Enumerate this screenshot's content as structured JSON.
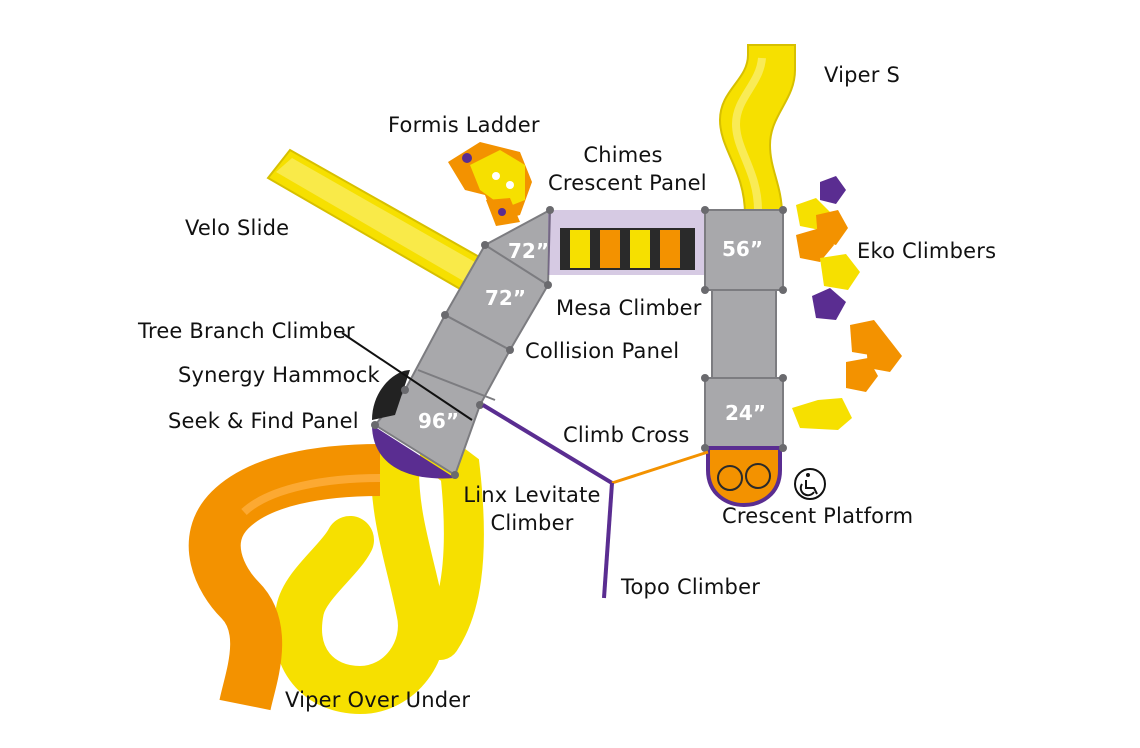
{
  "labels": {
    "viper_s": "Viper S",
    "formis_ladder": "Formis Ladder",
    "chimes": "Chimes",
    "crescent_panel": "Crescent Panel",
    "velo_slide": "Velo Slide",
    "eko_climbers": "Eko Climbers",
    "mesa_climber": "Mesa Climber",
    "tree_branch_climber": "Tree Branch Climber",
    "collision_panel": "Collision Panel",
    "synergy_hammock": "Synergy Hammock",
    "seek_find_panel": "Seek & Find Panel",
    "climb_cross": "Climb Cross",
    "linx_levitate_1": "Linx Levitate",
    "linx_levitate_2": "Climber",
    "crescent_platform": "Crescent Platform",
    "topo_climber": "Topo Climber",
    "viper_over_under": "Viper Over Under"
  },
  "decks": {
    "deck_top_left": "72”",
    "deck_mid_left": "72”",
    "deck_bottom_left": "96”",
    "deck_top_right": "56”",
    "deck_bottom_right": "24”"
  },
  "colors": {
    "yellow": "#f6e000",
    "orange": "#f39200",
    "purple": "#5a2d91",
    "deck_gray": "#a8a8ab",
    "accessibility_icon": "wheelchair-accessible-icon"
  }
}
